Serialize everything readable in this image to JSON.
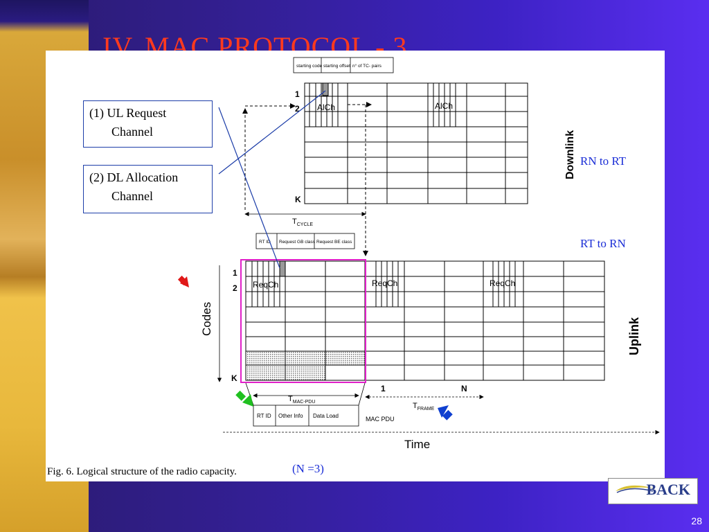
{
  "slide": {
    "title": "IV. MAC PROTOCOL - 3",
    "page_number": "28",
    "back_button": "BACK"
  },
  "callouts": {
    "ul_request_line1": "(1) UL Request",
    "ul_request_line2": "Channel",
    "dl_alloc_line1": "(2) DL Allocation",
    "dl_alloc_line2": "Channel",
    "rn_to_rt": "RN to RT",
    "rt_to_rn": "RT to RN",
    "n_equals": "(N =3)"
  },
  "figure": {
    "caption": "Fig. 6.   Logical structure of the radio capacity.",
    "downlink_label": "Downlink",
    "uplink_label": "Uplink",
    "codes_label": "Codes",
    "time_label": "Time",
    "alch": "AlCh",
    "reqch": "ReqCh",
    "row_1": "1",
    "row_2": "2",
    "row_k": "K",
    "t_cycle": "T",
    "t_cycle_sub": "CYCLE",
    "t_mac_pdu": "T",
    "t_mac_pdu_sub": "MAC-PDU",
    "t_frame": "T",
    "t_frame_sub": "FRAME",
    "frame_1": "1",
    "frame_n": "N",
    "mac_pdu": "MAC PDU",
    "dl_header": [
      "starting code",
      "starting offset",
      "n° of TC- pairs"
    ],
    "ul_header": [
      "RT ID",
      "Request GB class",
      "Request BE class"
    ],
    "pdu_fields": [
      "RT ID",
      "Other Info",
      "Data Load"
    ]
  },
  "colors": {
    "title": "#ff3a1e",
    "callout_text": "#1a2dd6",
    "highlight_box": "#e020c8",
    "arrow_red": "#e01818",
    "arrow_green": "#20c020",
    "arrow_blue": "#1040d0"
  }
}
